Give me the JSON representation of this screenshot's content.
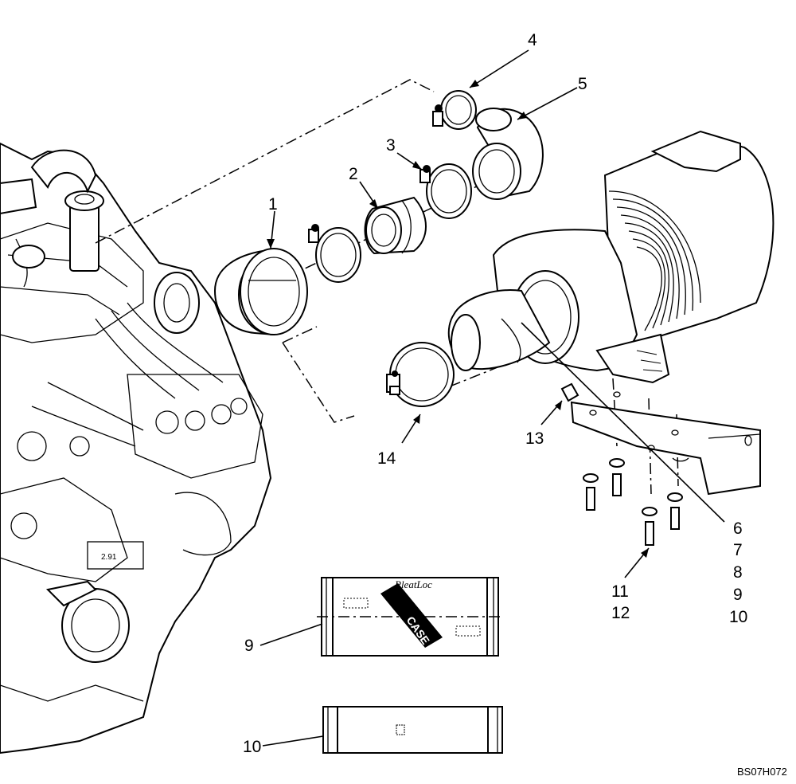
{
  "callouts": {
    "c1": "1",
    "c2": "2",
    "c3": "3",
    "c4": "4",
    "c5": "5",
    "c6": "6",
    "c7": "7",
    "c8": "8",
    "c9": "9",
    "c10": "10",
    "c11": "11",
    "c12": "12",
    "c13": "13",
    "c14": "14",
    "c9_detail": "9",
    "c10_detail": "10"
  },
  "filter_labels": {
    "brand_text": "PleatLoc",
    "logo": "CASE"
  },
  "drawing_code": "BS07H072"
}
